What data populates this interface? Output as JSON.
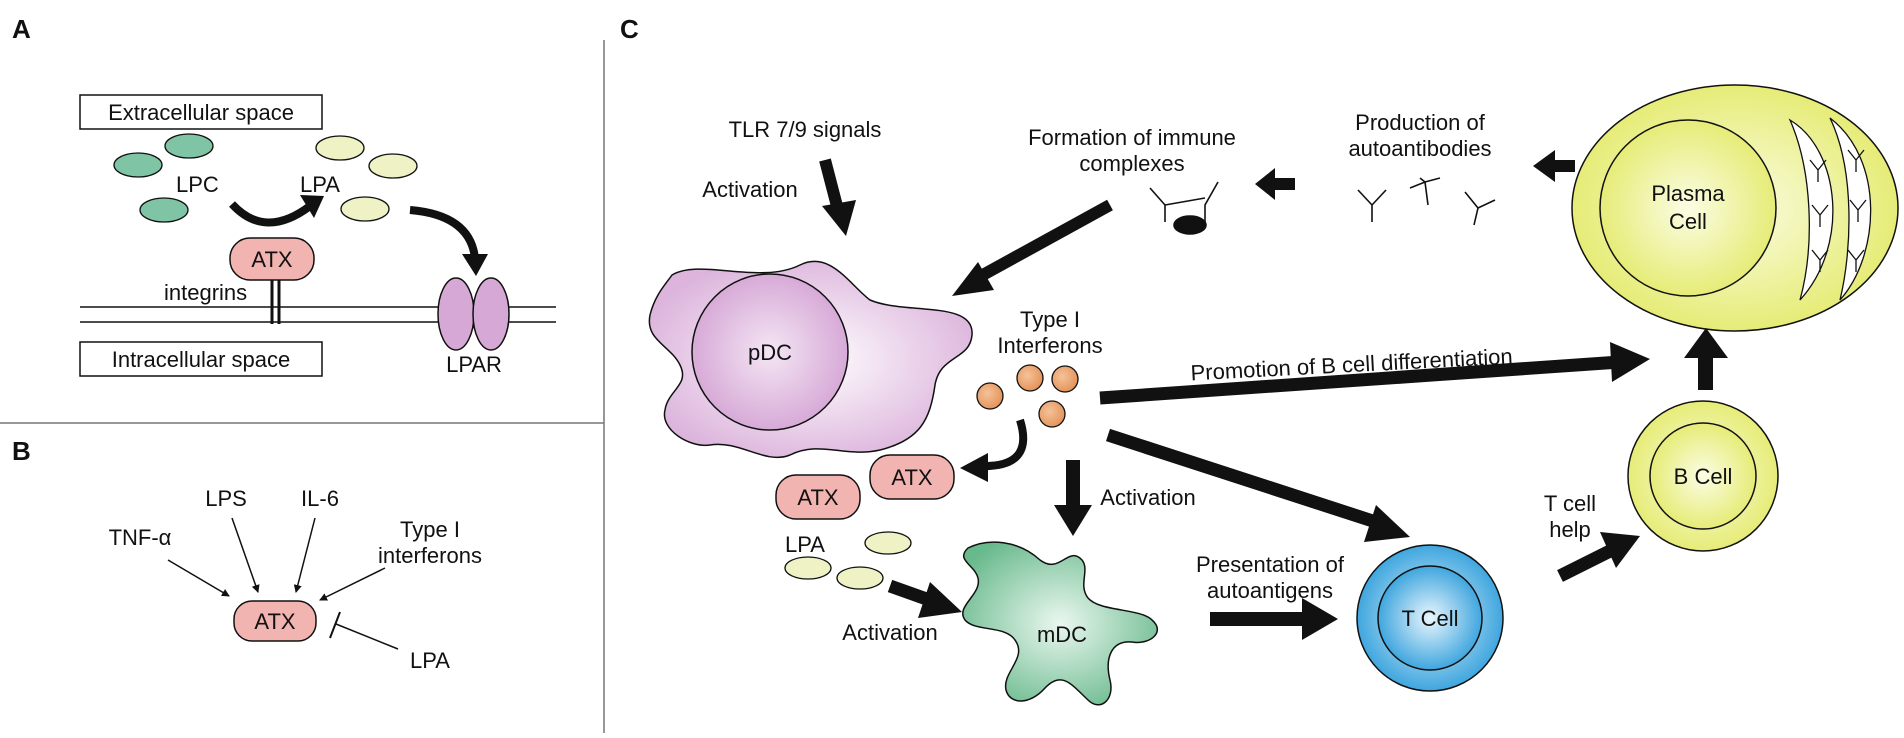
{
  "panels": {
    "a": "A",
    "b": "B",
    "c": "C"
  },
  "panel_a": {
    "extracellular": "Extracellular space",
    "intracellular": "Intracellular space",
    "lpc": "LPC",
    "lpa": "LPA",
    "atx": "ATX",
    "integrins": "integrins",
    "lpar": "LPAR"
  },
  "panel_b": {
    "tnf": "TNF-α",
    "lps": "LPS",
    "il6": "IL-6",
    "type1_line1": "Type I",
    "type1_line2": "interferons",
    "atx": "ATX",
    "lpa": "LPA"
  },
  "panel_c": {
    "tlr": "TLR 7/9 signals",
    "activation_pdc": "Activation",
    "immune_complex_line1": "Formation of immune",
    "immune_complex_line2": "complexes",
    "autoantibodies_line1": "Production of",
    "autoantibodies_line2": "autoantibodies",
    "plasma_line1": "Plasma",
    "plasma_line2": "Cell",
    "pdc": "pDC",
    "ifn_line1": "Type I",
    "ifn_line2": "Interferons",
    "promotion": "Promotion of B cell differentiation",
    "b_cell": "B Cell",
    "atx": "ATX",
    "lpa": "LPA",
    "activation_mdc": "Activation",
    "activation_lpa": "Activation",
    "mdc": "mDC",
    "presentation_line1": "Presentation of",
    "presentation_line2": "autoantigens",
    "t_cell": "T Cell",
    "t_help_line1": "T cell",
    "t_help_line2": "help"
  },
  "colors": {
    "lpc_green": "#7fc4a4",
    "lpa_yellow": "#eef2c4",
    "atx_pink": "#f2b4b0",
    "lpar_purple": "#d6a8d6",
    "pdc_purple": "#e4c4e4",
    "ifn_orange": "#eba66e",
    "mdc_green": "#79c49a",
    "t_cell_blue": "#3aa6de",
    "b_cell_yellow": "#eaf07a"
  }
}
